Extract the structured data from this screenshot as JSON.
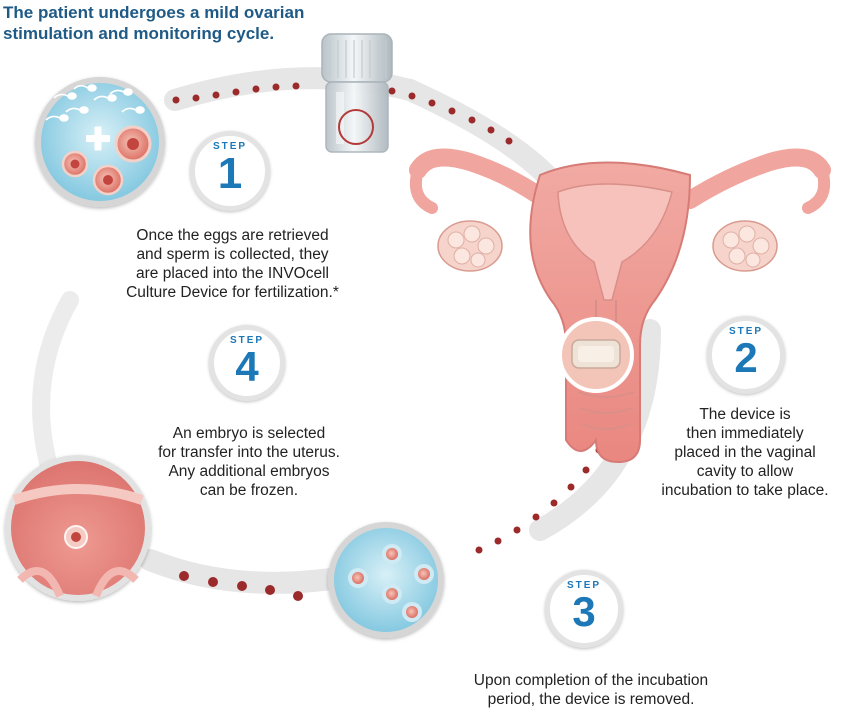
{
  "title": {
    "line1": "The patient undergoes a mild ovarian",
    "line2": "stimulation and monitoring cycle."
  },
  "steps": [
    {
      "label": "STEP",
      "number": "1",
      "lines": [
        "Once the eggs are retrieved",
        "and sperm is collected, they",
        "are placed into the INVOcell",
        "Culture Device for fertilization.*"
      ]
    },
    {
      "label": "STEP",
      "number": "2",
      "lines": [
        "The device is",
        "then immediately",
        "placed in the vaginal",
        "cavity to allow",
        "incubation to take place."
      ]
    },
    {
      "label": "STEP",
      "number": "3",
      "lines": [
        "Upon completion of the incubation",
        "period, the device is removed."
      ]
    },
    {
      "label": "STEP",
      "number": "4",
      "lines": [
        "An embryo is selected",
        "for transfer into the uterus.",
        "Any additional embryos",
        "can be frozen."
      ]
    }
  ],
  "icons": [
    "sperm-egg-icon",
    "invocell-device-icon",
    "uterus-icon",
    "embryos-icon",
    "uterus-wall-icon"
  ],
  "colors": {
    "title": "#1f5a86",
    "step_blue": "#1c78b6",
    "dot_red": "#9b2a2a",
    "cycle_ring": "#e6e6e6",
    "tissue_pink": "#e98e8e",
    "culture_blue": "#8fd0e6"
  }
}
